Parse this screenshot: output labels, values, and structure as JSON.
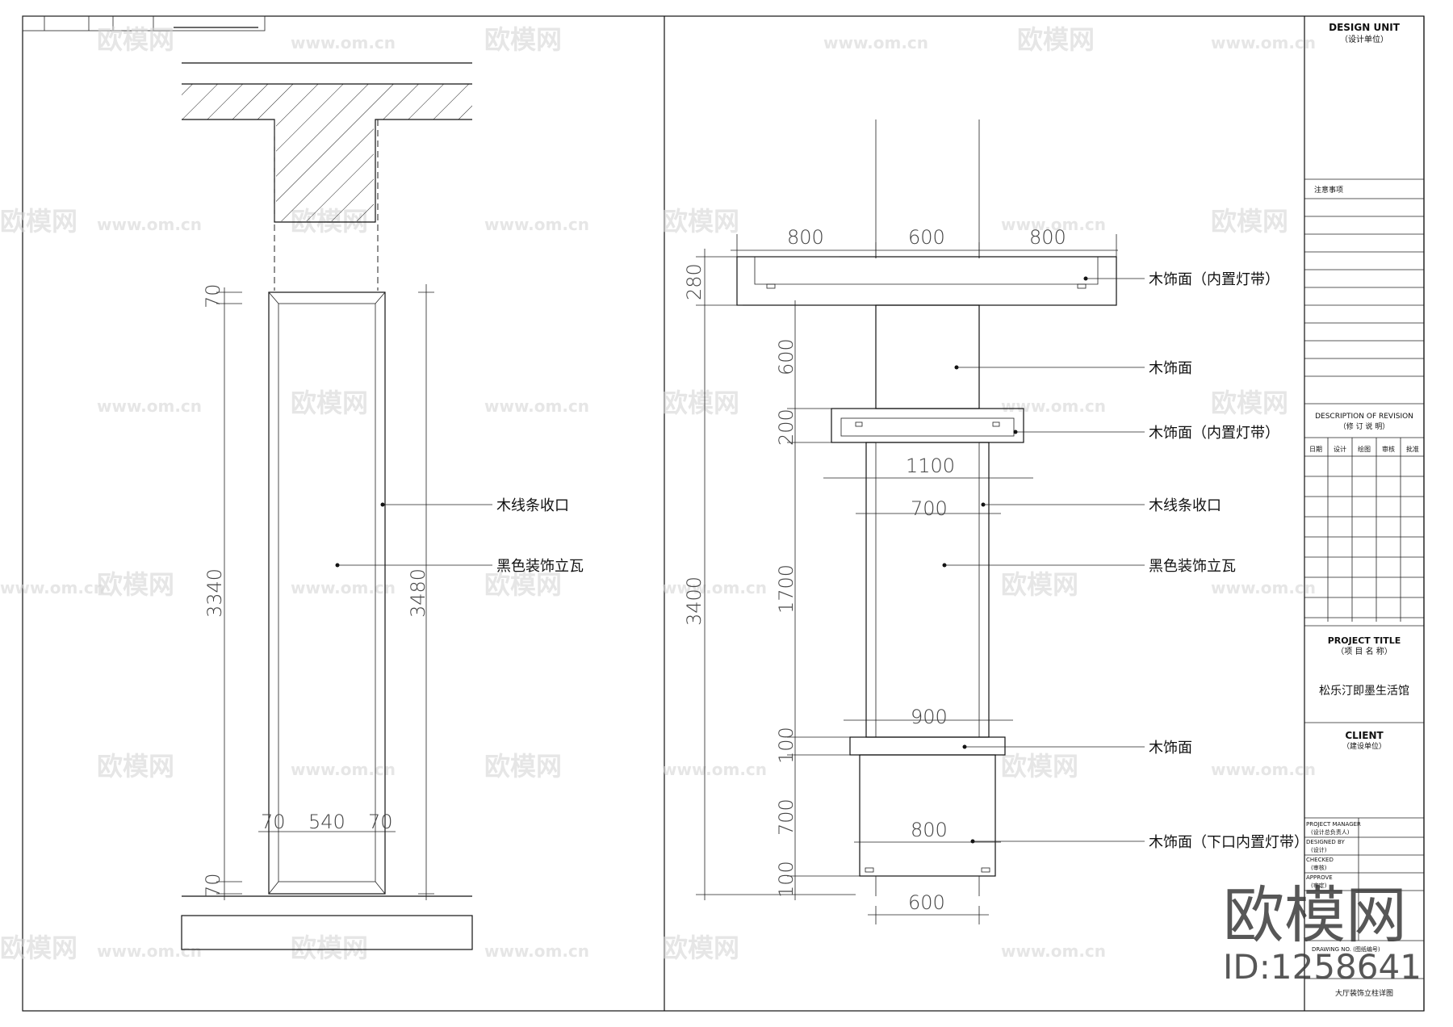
{
  "watermark": {
    "site": "www.om.cn",
    "brand": "欧模网",
    "big_brand": "欧模网",
    "id_label": "ID:1258641"
  },
  "left_elevation": {
    "callouts": [
      "木线条收口",
      "黑色装饰立瓦"
    ],
    "dims_vertical_left": [
      "70",
      "3340",
      "70"
    ],
    "dim_total_right": "3480",
    "dims_bottom": [
      "70",
      "540",
      "70"
    ]
  },
  "right_elevation": {
    "callouts": [
      "木饰面（内置灯带）",
      "木饰面",
      "木饰面（内置灯带）",
      "木线条收口",
      "黑色装饰立瓦",
      "木饰面",
      "木饰面（下口内置灯带）"
    ],
    "dims_top": [
      "800",
      "600",
      "800"
    ],
    "dim_cap_height": "280",
    "dim_total": "3400",
    "dims_vertical": [
      "600",
      "200",
      "1700",
      "100",
      "700",
      "100"
    ],
    "dims_widths": [
      "1100",
      "700",
      "900",
      "800",
      "600"
    ]
  },
  "title_block": {
    "design_unit_en": "DESIGN UNIT",
    "design_unit_cn": "（设计单位）",
    "notes_label": "注意事项",
    "revision_en": "DESCRIPTION OF REVISION",
    "revision_cn": "（修 订 说 明）",
    "revision_cols": [
      "日期",
      "设计",
      "绘图",
      "审核",
      "批准"
    ],
    "project_title_en": "PROJECT  TITLE",
    "project_title_cn": "（项 目 名 称）",
    "project_name": "松乐汀即墨生活馆",
    "client_en": "CLIENT",
    "client_cn": "（建设单位）",
    "people": [
      {
        "en": "PROJECT MANAGER",
        "cn": "(设计总负责人)"
      },
      {
        "en": "DESIGNED BY",
        "cn": "(设计)"
      },
      {
        "en": "CHECKED",
        "cn": "(审核)"
      },
      {
        "en": "APPROVE",
        "cn": "(审定)"
      }
    ],
    "drawing_no": "DRAWING NO. (图纸编号)",
    "drawing_title": "大厅装饰立柱详图"
  }
}
